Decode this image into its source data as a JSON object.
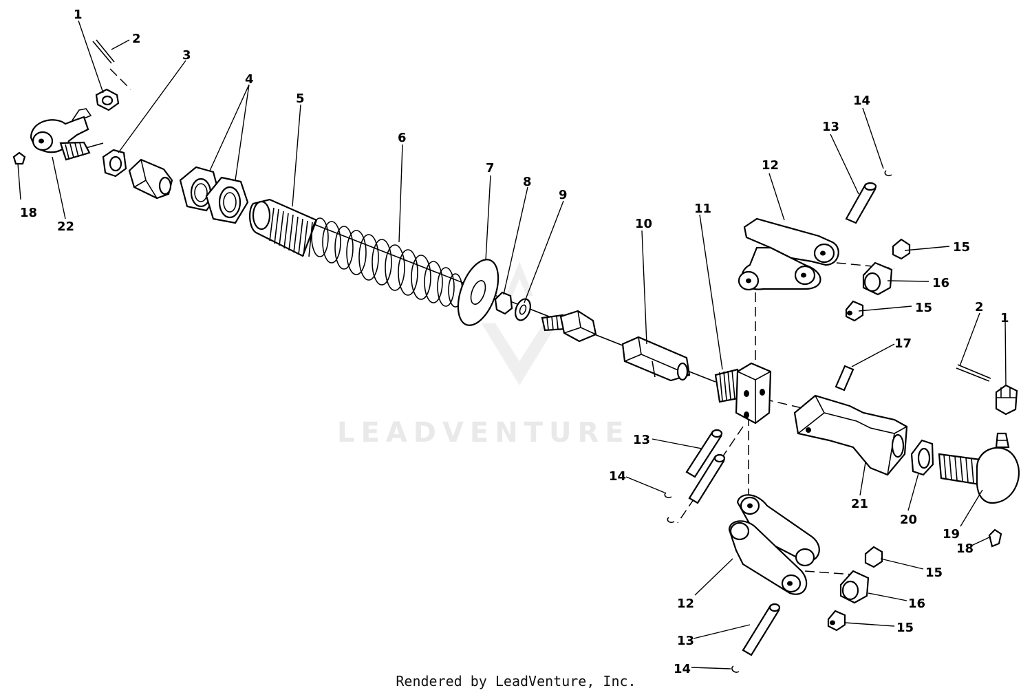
{
  "watermark": "LEADVENTURE",
  "credit": "Rendered by LeadVenture, Inc.",
  "callouts": [
    {
      "id": "c1a",
      "label": "1"
    },
    {
      "id": "c2a",
      "label": "2"
    },
    {
      "id": "c3",
      "label": "3"
    },
    {
      "id": "c4",
      "label": "4"
    },
    {
      "id": "c5",
      "label": "5"
    },
    {
      "id": "c6",
      "label": "6"
    },
    {
      "id": "c7",
      "label": "7"
    },
    {
      "id": "c8",
      "label": "8"
    },
    {
      "id": "c9",
      "label": "9"
    },
    {
      "id": "c10",
      "label": "10"
    },
    {
      "id": "c11",
      "label": "11"
    },
    {
      "id": "c12a",
      "label": "12"
    },
    {
      "id": "c13a",
      "label": "13"
    },
    {
      "id": "c14a",
      "label": "14"
    },
    {
      "id": "c15a",
      "label": "15"
    },
    {
      "id": "c16a",
      "label": "16"
    },
    {
      "id": "c15b",
      "label": "15"
    },
    {
      "id": "c2b",
      "label": "2"
    },
    {
      "id": "c1b",
      "label": "1"
    },
    {
      "id": "c17",
      "label": "17"
    },
    {
      "id": "c13b",
      "label": "13"
    },
    {
      "id": "c14b",
      "label": "14"
    },
    {
      "id": "c21",
      "label": "21"
    },
    {
      "id": "c20",
      "label": "20"
    },
    {
      "id": "c19",
      "label": "19"
    },
    {
      "id": "c18b",
      "label": "18"
    },
    {
      "id": "c18a",
      "label": "18"
    },
    {
      "id": "c22",
      "label": "22"
    },
    {
      "id": "c12b",
      "label": "12"
    },
    {
      "id": "c13c",
      "label": "13"
    },
    {
      "id": "c14c",
      "label": "14"
    },
    {
      "id": "c15c",
      "label": "15"
    },
    {
      "id": "c16b",
      "label": "16"
    },
    {
      "id": "c15d",
      "label": "15"
    }
  ]
}
